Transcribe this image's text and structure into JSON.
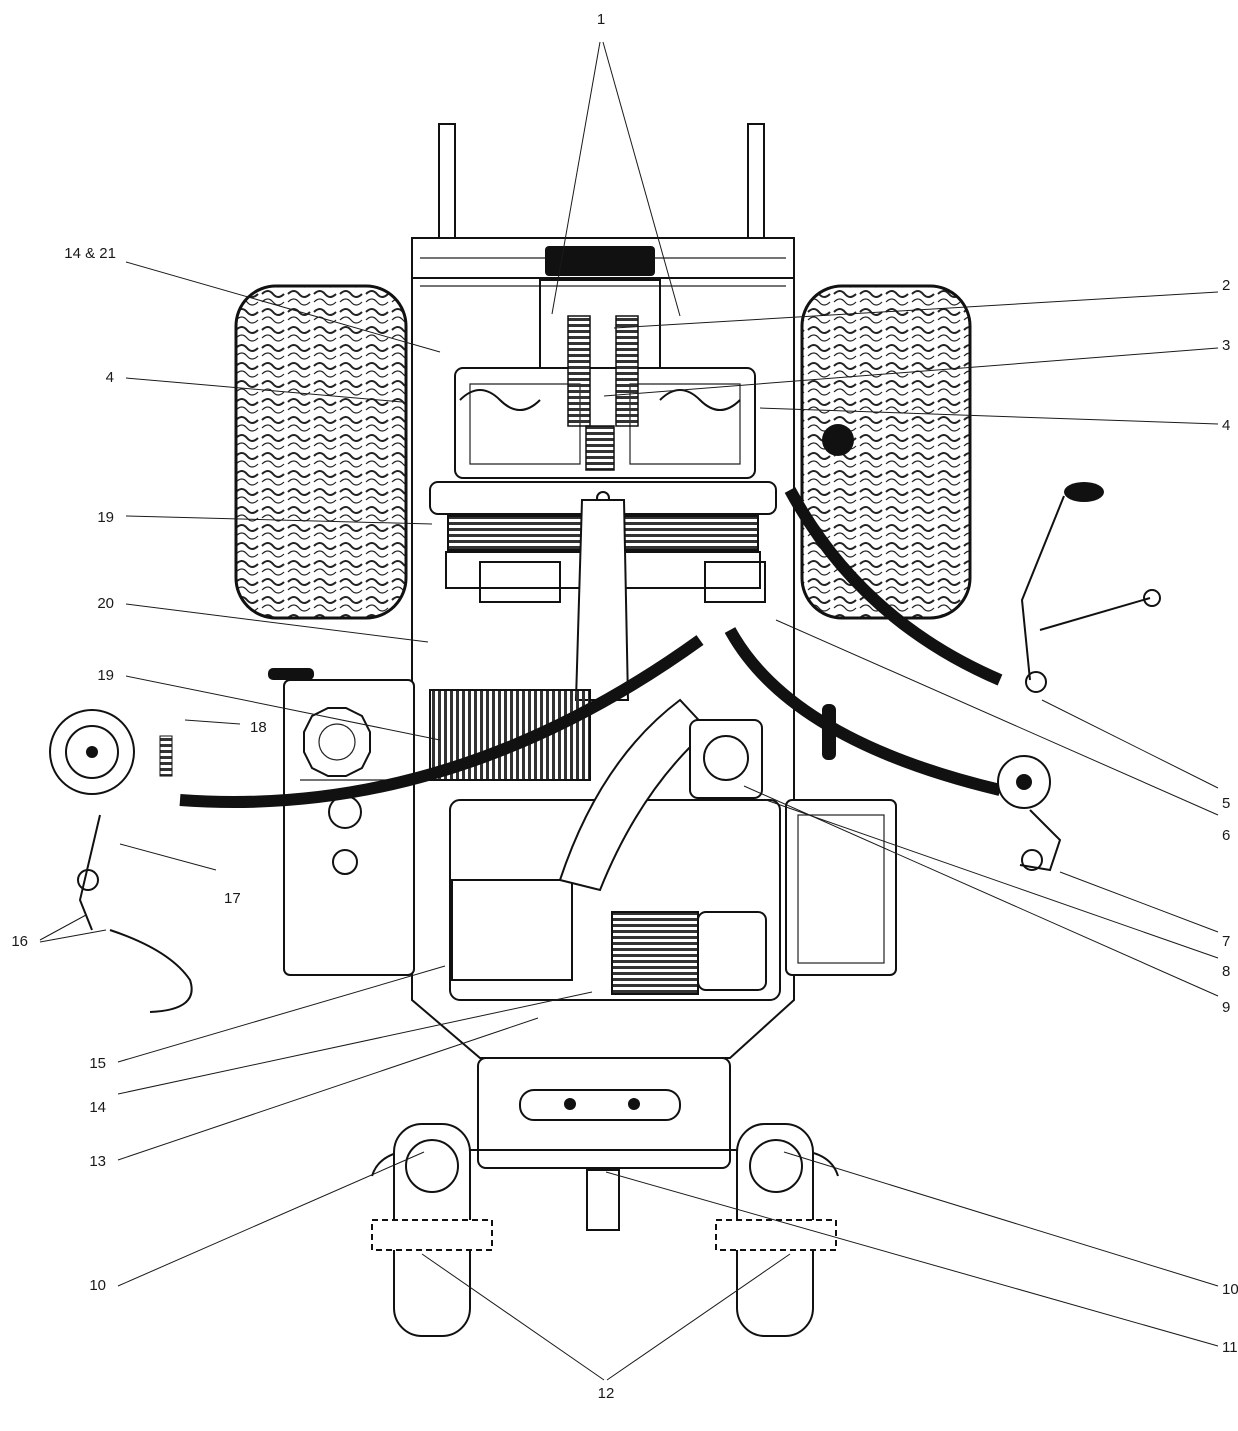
{
  "callouts": [
    {
      "id": "c1",
      "label": "1"
    },
    {
      "id": "c2",
      "label": "2"
    },
    {
      "id": "c3",
      "label": "3"
    },
    {
      "id": "c4a",
      "label": "4"
    },
    {
      "id": "c4b",
      "label": "4"
    },
    {
      "id": "c5",
      "label": "5"
    },
    {
      "id": "c6",
      "label": "6"
    },
    {
      "id": "c7",
      "label": "7"
    },
    {
      "id": "c8",
      "label": "8"
    },
    {
      "id": "c9",
      "label": "9"
    },
    {
      "id": "c10a",
      "label": "10"
    },
    {
      "id": "c10b",
      "label": "10"
    },
    {
      "id": "c11",
      "label": "11"
    },
    {
      "id": "c12",
      "label": "12"
    },
    {
      "id": "c13",
      "label": "13"
    },
    {
      "id": "c14",
      "label": "14"
    },
    {
      "id": "c14-21",
      "label": "14 & 21"
    },
    {
      "id": "c15",
      "label": "15"
    },
    {
      "id": "c16",
      "label": "16"
    },
    {
      "id": "c17",
      "label": "17"
    },
    {
      "id": "c18",
      "label": "18"
    },
    {
      "id": "c19a",
      "label": "19"
    },
    {
      "id": "c19b",
      "label": "19"
    },
    {
      "id": "c20",
      "label": "20"
    }
  ]
}
